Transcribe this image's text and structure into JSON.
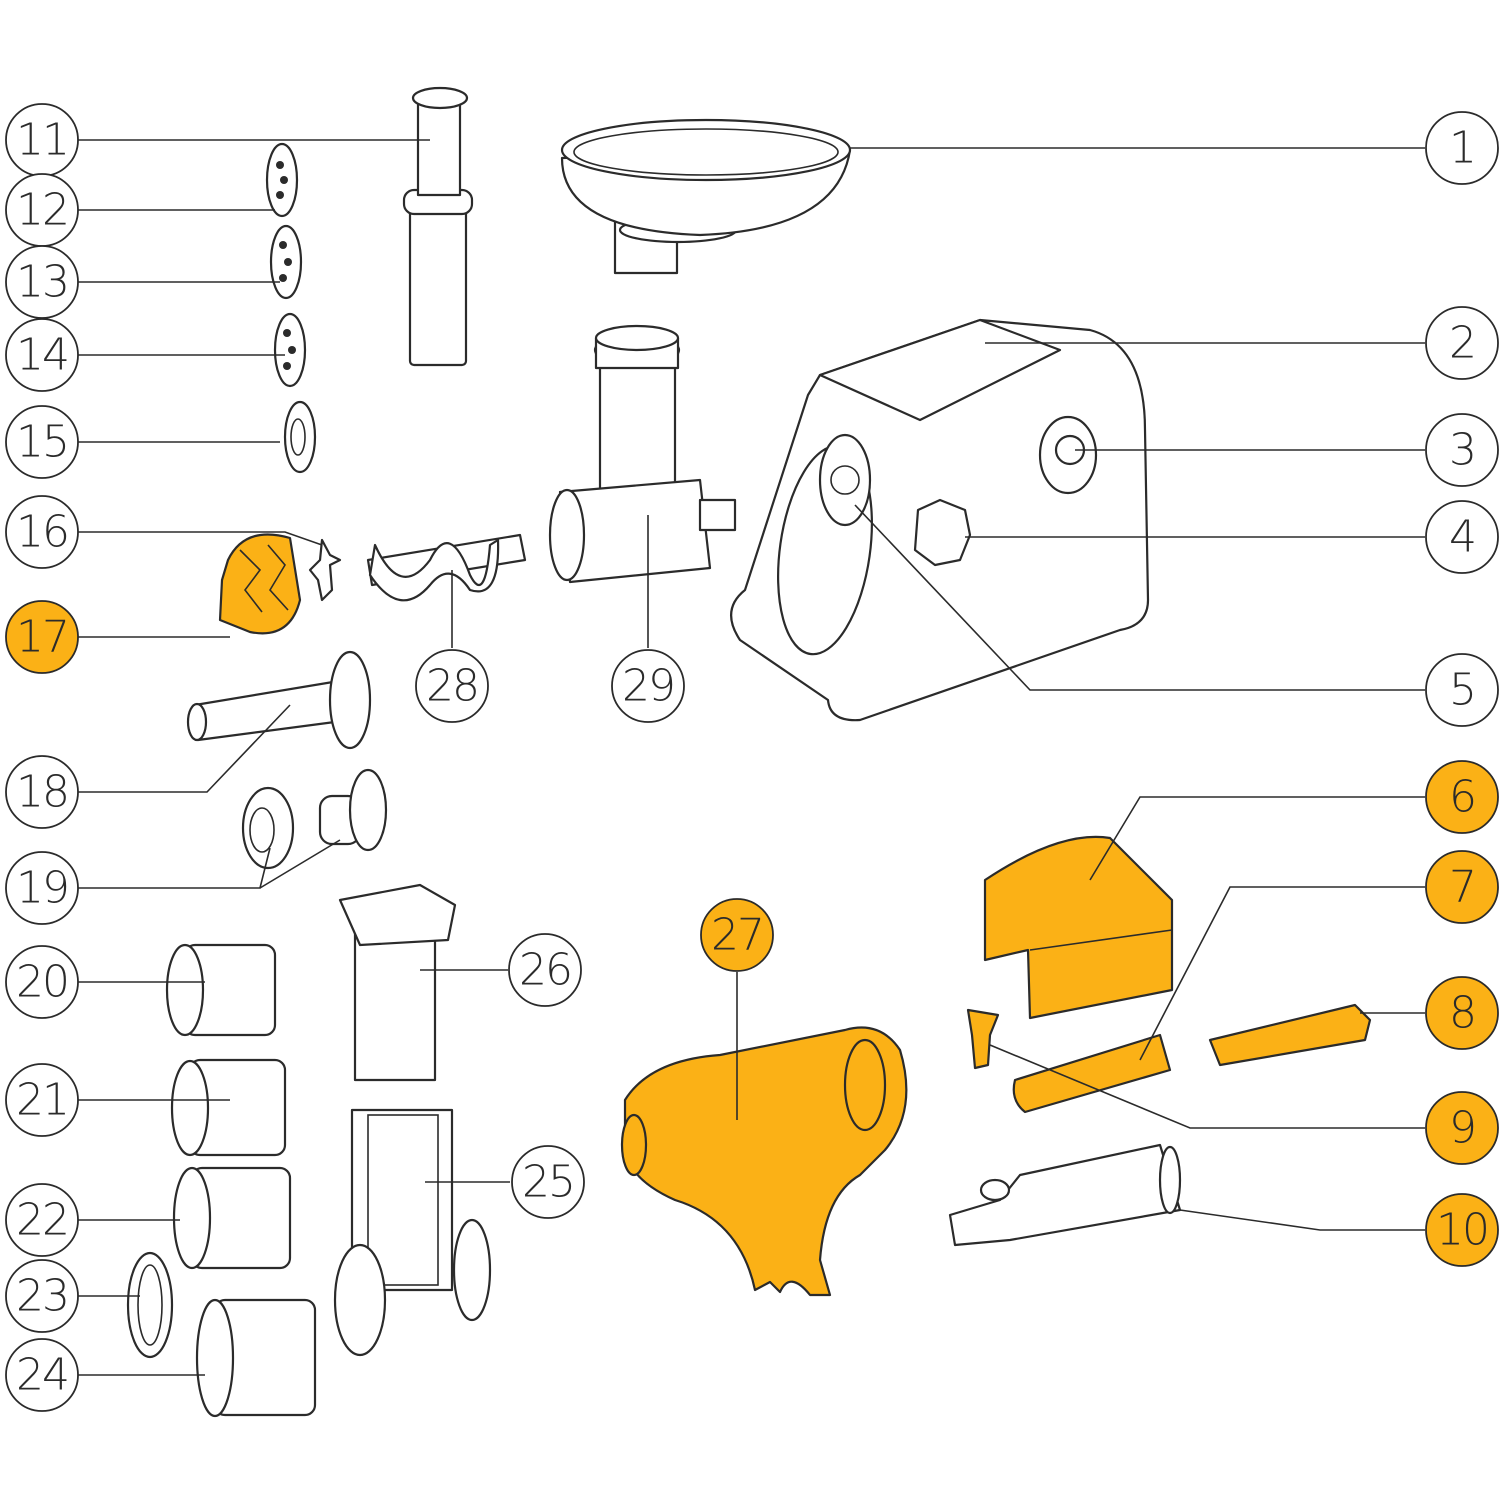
{
  "colors": {
    "line": "#2b2b2b",
    "highlight": "#fbb116",
    "background": "#ffffff"
  },
  "callouts": [
    {
      "id": "1",
      "label": "1",
      "highlighted": false
    },
    {
      "id": "2",
      "label": "2",
      "highlighted": false
    },
    {
      "id": "3",
      "label": "3",
      "highlighted": false
    },
    {
      "id": "4",
      "label": "4",
      "highlighted": false
    },
    {
      "id": "5",
      "label": "5",
      "highlighted": false
    },
    {
      "id": "6",
      "label": "6",
      "highlighted": true
    },
    {
      "id": "7",
      "label": "7",
      "highlighted": true
    },
    {
      "id": "8",
      "label": "8",
      "highlighted": true
    },
    {
      "id": "9",
      "label": "9",
      "highlighted": true
    },
    {
      "id": "10",
      "label": "10",
      "highlighted": true
    },
    {
      "id": "11",
      "label": "11",
      "highlighted": false
    },
    {
      "id": "12",
      "label": "12",
      "highlighted": false
    },
    {
      "id": "13",
      "label": "13",
      "highlighted": false
    },
    {
      "id": "14",
      "label": "14",
      "highlighted": false
    },
    {
      "id": "15",
      "label": "15",
      "highlighted": false
    },
    {
      "id": "16",
      "label": "16",
      "highlighted": false
    },
    {
      "id": "17",
      "label": "17",
      "highlighted": true
    },
    {
      "id": "18",
      "label": "18",
      "highlighted": false
    },
    {
      "id": "19",
      "label": "19",
      "highlighted": false
    },
    {
      "id": "20",
      "label": "20",
      "highlighted": false
    },
    {
      "id": "21",
      "label": "21",
      "highlighted": false
    },
    {
      "id": "22",
      "label": "22",
      "highlighted": false
    },
    {
      "id": "23",
      "label": "23",
      "highlighted": false
    },
    {
      "id": "24",
      "label": "24",
      "highlighted": false
    },
    {
      "id": "25",
      "label": "25",
      "highlighted": false
    },
    {
      "id": "26",
      "label": "26",
      "highlighted": false
    },
    {
      "id": "27",
      "label": "27",
      "highlighted": true
    },
    {
      "id": "28",
      "label": "28",
      "highlighted": false
    },
    {
      "id": "29",
      "label": "29",
      "highlighted": false
    }
  ]
}
